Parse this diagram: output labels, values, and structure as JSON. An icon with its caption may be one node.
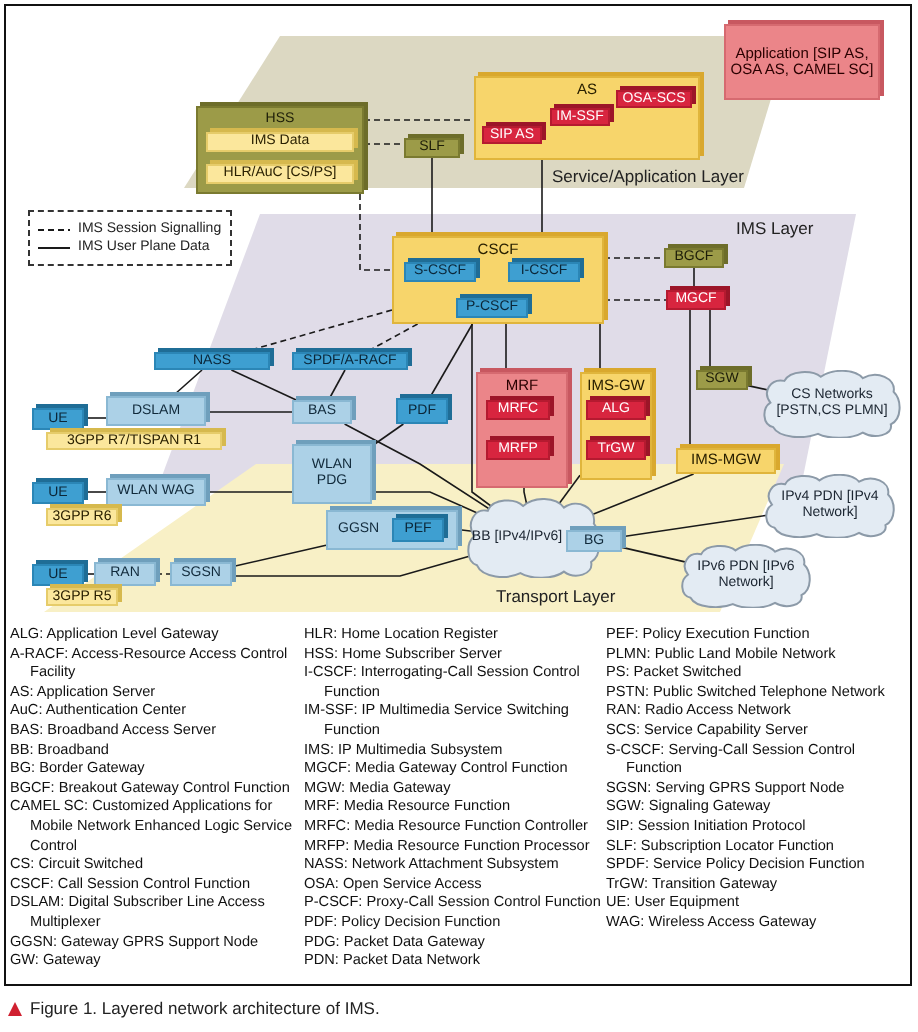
{
  "diagram": {
    "caption": "Figure 1. Layered network architecture of IMS.",
    "nodes": [
      {
        "text": [
          "Application [SIP AS, OSA AS, CAMEL SC]"
        ]
      },
      {
        "text": [
          "HSS"
        ]
      },
      {
        "text": [
          "IMS Data"
        ],
        "in": 1
      },
      {
        "text": [
          "HLR/AuC [CS/PS]"
        ],
        "in": 1
      },
      {
        "text": [
          "SLF"
        ]
      },
      {
        "text": [
          "AS"
        ]
      },
      {
        "text": [
          "SIP AS"
        ],
        "in": 5
      },
      {
        "text": [
          "IM-SSF"
        ],
        "in": 5
      },
      {
        "text": [
          "OSA-SCS"
        ],
        "in": 5
      },
      {
        "text": [
          "CSCF"
        ]
      },
      {
        "text": [
          "S-CSCF"
        ],
        "in": 9
      },
      {
        "text": [
          "I-CSCF"
        ],
        "in": 9
      },
      {
        "text": [
          "P-CSCF"
        ],
        "in": 9
      },
      {
        "text": [
          "BGCF"
        ]
      },
      {
        "text": [
          "MGCF"
        ]
      },
      {
        "text": [
          "NASS"
        ]
      },
      {
        "text": [
          "SPDF/A-RACF"
        ]
      },
      {
        "text": [
          "MRF"
        ]
      },
      {
        "text": [
          "MRFC"
        ],
        "in": 17
      },
      {
        "text": [
          "MRFP"
        ],
        "in": 17
      },
      {
        "text": [
          "IMS-GW"
        ]
      },
      {
        "text": [
          "ALG"
        ],
        "in": 20
      },
      {
        "text": [
          "TrGW"
        ],
        "in": 20
      },
      {
        "text": [
          "SGW"
        ]
      },
      {
        "text": [
          "CS Networks [PSTN,CS PLMN]"
        ]
      },
      {
        "text": [
          "UE"
        ]
      },
      {
        "text": [
          "DSLAM"
        ]
      },
      {
        "text": [
          "3GPP R7/TISPAN R1"
        ]
      },
      {
        "text": [
          "BAS"
        ]
      },
      {
        "text": [
          "PDF"
        ]
      },
      {
        "text": [
          "WLAN PDG"
        ]
      },
      {
        "text": [
          "IMS-MGW"
        ]
      },
      {
        "text": [
          "UE"
        ]
      },
      {
        "text": [
          "WLAN WAG"
        ]
      },
      {
        "text": [
          "3GPP R6"
        ]
      },
      {
        "text": [
          "GGSN"
        ]
      },
      {
        "text": [
          "PEF"
        ],
        "in": 35
      },
      {
        "text": [
          "BB [IPv4/IPv6]"
        ]
      },
      {
        "text": [
          "BG"
        ]
      },
      {
        "text": [
          "IPv4 PDN [IPv4 Network]"
        ]
      },
      {
        "text": [
          "IPv6 PDN [IPv6 Network]"
        ]
      },
      {
        "text": [
          "UE"
        ]
      },
      {
        "text": [
          "RAN"
        ]
      },
      {
        "text": [
          "SGSN"
        ]
      },
      {
        "text": [
          "3GPP R5"
        ]
      }
    ],
    "edges": [
      {
        "from": 1,
        "to": 5,
        "arrow": "none",
        "style": "dashed"
      },
      {
        "from": 1,
        "to": 4,
        "arrow": "none",
        "style": "dashed"
      },
      {
        "from": 4,
        "to": 9,
        "arrow": "none"
      },
      {
        "from": 5,
        "to": 9,
        "arrow": "none"
      },
      {
        "from": 1,
        "to": 9,
        "arrow": "none",
        "style": "dashed"
      },
      {
        "from": 9,
        "to": 13,
        "arrow": "none",
        "style": "dashed"
      },
      {
        "from": 9,
        "to": 14,
        "arrow": "none",
        "style": "dashed"
      },
      {
        "from": 13,
        "to": 14,
        "arrow": "none"
      },
      {
        "from": 14,
        "to": 23,
        "arrow": "none"
      },
      {
        "from": 14,
        "to": 31,
        "arrow": "none"
      },
      {
        "from": 23,
        "to": 24,
        "arrow": "none"
      },
      {
        "from": 9,
        "to": 15,
        "arrow": "none",
        "style": "dashed"
      },
      {
        "from": 9,
        "to": 16,
        "arrow": "none",
        "style": "dashed"
      },
      {
        "from": 9,
        "to": 29,
        "arrow": "none"
      },
      {
        "from": 9,
        "to": 17,
        "arrow": "none"
      },
      {
        "from": 9,
        "to": 20,
        "arrow": "none"
      },
      {
        "from": 9,
        "to": 37,
        "arrow": "none"
      },
      {
        "from": 15,
        "to": 26,
        "arrow": "none"
      },
      {
        "from": 15,
        "to": 28,
        "arrow": "none"
      },
      {
        "from": 16,
        "to": 28,
        "arrow": "none"
      },
      {
        "from": 25,
        "to": 26,
        "arrow": "none"
      },
      {
        "from": 26,
        "to": 28,
        "arrow": "none"
      },
      {
        "from": 28,
        "to": 37,
        "arrow": "none"
      },
      {
        "from": 29,
        "to": 30,
        "arrow": "none"
      },
      {
        "from": 33,
        "to": 30,
        "arrow": "none"
      },
      {
        "from": 32,
        "to": 33,
        "arrow": "none"
      },
      {
        "from": 30,
        "to": 37,
        "arrow": "none"
      },
      {
        "from": 35,
        "to": 37,
        "arrow": "none"
      },
      {
        "from": 43,
        "to": 35,
        "arrow": "none"
      },
      {
        "from": 43,
        "to": 37,
        "arrow": "none"
      },
      {
        "from": 41,
        "to": 42,
        "arrow": "none"
      },
      {
        "from": 42,
        "to": 43,
        "arrow": "none",
        "style": "dashed"
      },
      {
        "from": 17,
        "to": 37,
        "arrow": "none"
      },
      {
        "from": 20,
        "to": 37,
        "arrow": "none"
      },
      {
        "from": 31,
        "to": 37,
        "arrow": "none"
      },
      {
        "from": 38,
        "to": 39,
        "arrow": "none"
      },
      {
        "from": 38,
        "to": 40,
        "arrow": "none"
      }
    ],
    "labels": [
      "Service/Application Layer",
      "IMS Layer",
      "Transport Layer",
      "ALG: Application Level Gateway",
      "A-RACF: Access-Resource Access Control Facility",
      "AS: Application Server",
      "AuC: Authentication Center",
      "BAS: Broadband Access Server",
      "BB: Broadband",
      "BG: Border Gateway",
      "BGCF: Breakout Gateway Control Function",
      "CAMEL SC: Customized Applications for Mobile Network Enhanced Logic Service Control",
      "CS: Circuit Switched",
      "CSCF: Call Session Control Function",
      "DSLAM: Digital Subscriber Line Access Multiplexer",
      "GGSN: Gateway GPRS Support Node",
      "GW: Gateway",
      "HLR: Home Location Register",
      "HSS: Home Subscriber Server",
      "I-CSCF: Interrogating-Call Session Control Function",
      "IM-SSF: IP Multimedia Service Switching Function",
      "IMS: IP Multimedia Subsystem",
      "MGCF: Media Gateway Control Function",
      "MGW: Media Gateway",
      "MRF: Media Resource Function",
      "MRFC: Media Resource Function Controller",
      "MRFP: Media Resource Function Processor",
      "NASS: Network Attachment Subsystem",
      "OSA: Open Service Access",
      "P-CSCF: Proxy-Call Session Control Function",
      "PDF: Policy Decision Function",
      "PDG: Packet Data Gateway",
      "PDN: Packet Data Network",
      "PEF: Policy Execution Function",
      "PLMN: Public Land Mobile Network",
      "PS: Packet Switched",
      "PSTN: Public Switched Telephone Network",
      "RAN: Radio Access Network",
      "SCS: Service Capability Server",
      "S-CSCF: Serving-Call Session Control Function",
      "SGSN: Serving GPRS Support Node",
      "SGW: Signaling Gateway",
      "SIP: Session Initiation Protocol",
      "SLF: Subscription Locator Function",
      "SPDF: Service Policy Decision Function",
      "TrGW: Transition Gateway",
      "UE: User Equipment",
      "WAG: Wireless Access Gateway"
    ],
    "legend": [
      {
        "text": "IMS Session Signalling"
      },
      {
        "text": "IMS User Plane Data"
      }
    ]
  }
}
